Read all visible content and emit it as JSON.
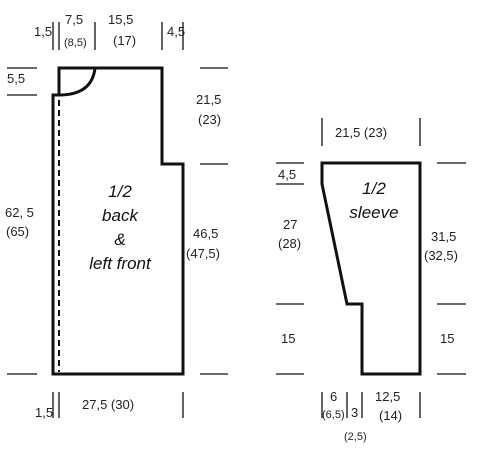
{
  "back_front": {
    "label_lines": [
      "1/2",
      "back",
      "&",
      "left front"
    ],
    "top": {
      "d1": "1,5",
      "d2": "7,5",
      "d2_alt": "(8,5)",
      "d3": "15,5",
      "d3_alt": "(17)",
      "d4": "4,5"
    },
    "left": {
      "neck": "5,5",
      "length": "62, 5",
      "length_alt": "(65)"
    },
    "right": {
      "armhole": "21,5",
      "armhole_alt": "(23)",
      "side": "46,5",
      "side_alt": "(47,5)"
    },
    "bottom": {
      "edge": "1,5",
      "width": "27,5  (30)"
    }
  },
  "sleeve": {
    "label_lines": [
      "1/2",
      "sleeve"
    ],
    "top_width": "21,5  (23)",
    "left": {
      "cap_top": "4,5",
      "cap": "27",
      "cap_alt": "(28)",
      "cuff": "15"
    },
    "right": {
      "upper": "31,5",
      "upper_alt": "(32,5)",
      "cuff": "15"
    },
    "bottom": {
      "a": "6",
      "a_alt": "(6,5)",
      "b": "3",
      "b_alt": "(2,5)",
      "c": "12,5",
      "c_alt": "(14)"
    }
  }
}
